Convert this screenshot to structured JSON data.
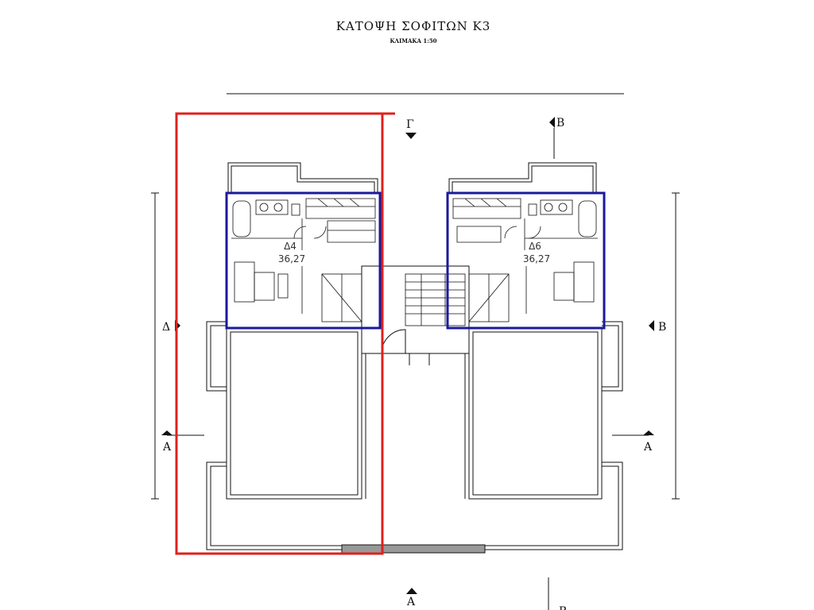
{
  "drawing": {
    "title": "ΚΑΤΟΨΗ ΣΟΦΙΤΩΝ Κ3",
    "scale": "ΚΛΙΜΑΚΑ 1:50"
  },
  "units": [
    {
      "id": "Δ4",
      "area": "36,27"
    },
    {
      "id": "Δ6",
      "area": "36,27"
    }
  ],
  "section_markers": {
    "top_center": "Γ",
    "top_right": "Β",
    "left": "Δ",
    "right": "Β",
    "left_lower": "Α",
    "right_lower": "Α",
    "bottom_center": "Α",
    "bottom_right": "Β"
  },
  "colors": {
    "highlight": "#e0201c",
    "unit_outline": "#1a1a9c",
    "lines": "#111111"
  }
}
